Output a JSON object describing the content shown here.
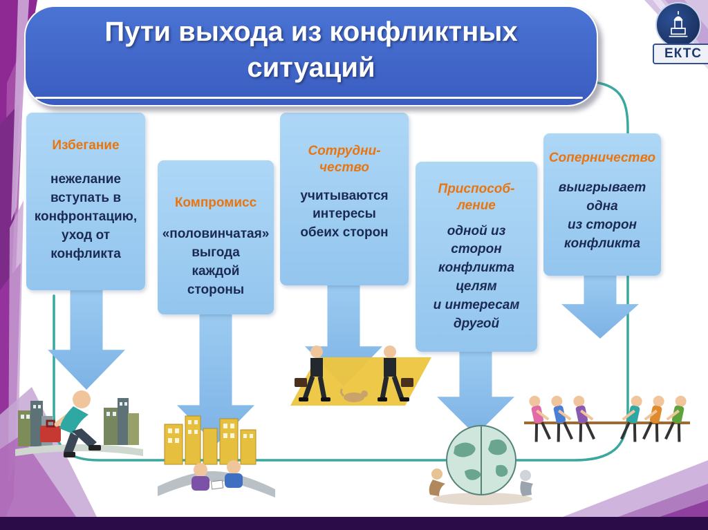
{
  "colors": {
    "banner_blue": "#3f63c6",
    "accent_orange": "#e8750f",
    "body_navy": "#1b2a52",
    "box_blue": "#a3d1f2",
    "arrow_blue": "#85bbe9",
    "loop_teal": "#3aa89e",
    "footer_purple": "#2b0b48",
    "side_magenta": "#8e2892",
    "logo_navy": "#1d3a6e"
  },
  "title": {
    "text": "Пути выхода из конфликтных\nситуаций"
  },
  "logo": {
    "label": "ЕКТС"
  },
  "methods": [
    {
      "title": "Избегание",
      "body": "нежелание\nвступать в\nконфронтацию,\nуход от\nконфликта"
    },
    {
      "title": "Компромисс",
      "body": "«половинчатая»\nвыгода\nкаждой\nстороны"
    },
    {
      "title": "Сотрудни-\nчество",
      "body": "учитываются\nинтересы\nобеих сторон"
    },
    {
      "title": "Приспособ-\nление",
      "body": "одной из\nсторон\nконфликта\nцелям\nи интересам\nдругой"
    },
    {
      "title": "Соперничество",
      "body": "выигрывает\nодна\nиз сторон\nконфликта"
    }
  ],
  "illustrations": [
    {
      "name": "person-leaving-city"
    },
    {
      "name": "people-working-in-city"
    },
    {
      "name": "businessmen-walking-apart"
    },
    {
      "name": "globe-with-people"
    },
    {
      "name": "tug-of-war"
    }
  ]
}
